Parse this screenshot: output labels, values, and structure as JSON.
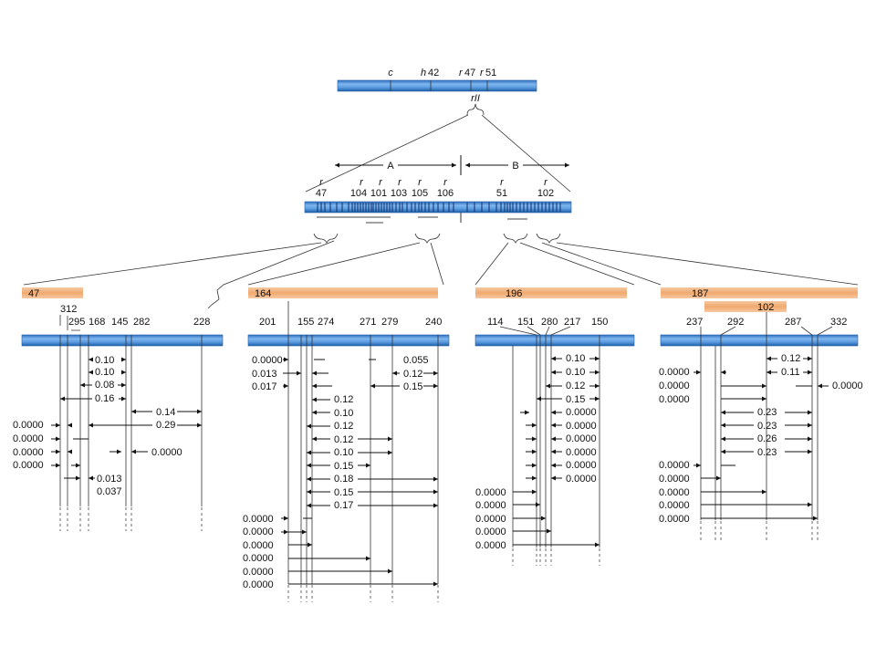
{
  "colors": {
    "chromosome": "#4a90d9",
    "chromosome_edge": "#1f5fa8",
    "deletion": "#f3b98a",
    "line": "#333333",
    "text": "#111111"
  },
  "top": {
    "markers": [
      {
        "pre": "",
        "ital": "c",
        "num": ""
      },
      {
        "pre": "",
        "ital": "h",
        "num": "42"
      },
      {
        "pre": "",
        "ital": "r",
        "num": "47"
      },
      {
        "pre": "",
        "ital": "r",
        "num": "51"
      }
    ],
    "region_label": "rII"
  },
  "rii": {
    "cistron_a": "A",
    "cistron_b": "B",
    "mutants": [
      {
        "r": "r",
        "num": "47"
      },
      {
        "r": "r",
        "num": "104"
      },
      {
        "r": "r",
        "num": "101"
      },
      {
        "r": "r",
        "num": "103"
      },
      {
        "r": "r",
        "num": "105"
      },
      {
        "r": "r",
        "num": "106"
      },
      {
        "r": "r",
        "num": "51"
      },
      {
        "r": "r",
        "num": "102"
      }
    ]
  },
  "panels": [
    {
      "deletions": [
        "47"
      ],
      "mutants": [
        "312",
        "295",
        "168",
        "145",
        "282",
        "228"
      ],
      "rows": [
        {
          "left": "",
          "text": "0.10",
          "right": ""
        },
        {
          "left": "",
          "text": "0.10",
          "right": ""
        },
        {
          "left": "",
          "text": "0.08",
          "right": ""
        },
        {
          "left": "",
          "text": "0.16",
          "right": ""
        },
        {
          "left": "",
          "text": "0.14",
          "right": ""
        },
        {
          "left": "0.0000",
          "text": "0.29",
          "right": ""
        },
        {
          "left": "0.0000",
          "text": "",
          "right": ""
        },
        {
          "left": "0.0000",
          "text": "0.0000",
          "right": ""
        },
        {
          "left": "0.0000",
          "text": "",
          "right": ""
        },
        {
          "left": "",
          "text": "0.013",
          "right": ""
        },
        {
          "left": "",
          "text": "0.037",
          "right": ""
        }
      ]
    },
    {
      "deletions": [
        "164"
      ],
      "mutants": [
        "201",
        "155",
        "274",
        "271",
        "279",
        "240"
      ],
      "rows": [
        {
          "left": "0.0000",
          "text": "",
          "right": "0.055"
        },
        {
          "left": "0.013",
          "text": "",
          "right": "0.12"
        },
        {
          "left": "0.017",
          "text": "",
          "right": "0.15"
        },
        {
          "left": "",
          "text": "0.12",
          "right": ""
        },
        {
          "left": "",
          "text": "0.10",
          "right": ""
        },
        {
          "left": "",
          "text": "0.12",
          "right": ""
        },
        {
          "left": "",
          "text": "0.12",
          "right": ""
        },
        {
          "left": "",
          "text": "0.10",
          "right": ""
        },
        {
          "left": "",
          "text": "0.15",
          "right": ""
        },
        {
          "left": "",
          "text": "0.18",
          "right": ""
        },
        {
          "left": "",
          "text": "0.15",
          "right": ""
        },
        {
          "left": "",
          "text": "0.17",
          "right": ""
        },
        {
          "left": "0.0000",
          "text": "",
          "right": ""
        },
        {
          "left": "0.0000",
          "text": "",
          "right": ""
        },
        {
          "left": "0.0000",
          "text": "",
          "right": ""
        },
        {
          "left": "0.0000",
          "text": "",
          "right": ""
        },
        {
          "left": "0.0000",
          "text": "",
          "right": ""
        },
        {
          "left": "0.0000",
          "text": "",
          "right": ""
        }
      ]
    },
    {
      "deletions": [
        "196"
      ],
      "mutants": [
        "114",
        "151",
        "280",
        "217",
        "150"
      ],
      "rows": [
        {
          "left": "",
          "text": "0.10",
          "right": ""
        },
        {
          "left": "",
          "text": "0.10",
          "right": ""
        },
        {
          "left": "",
          "text": "0.12",
          "right": ""
        },
        {
          "left": "",
          "text": "0.15",
          "right": ""
        },
        {
          "left": "",
          "text": "0.0000",
          "right": ""
        },
        {
          "left": "",
          "text": "0.0000",
          "right": ""
        },
        {
          "left": "",
          "text": "0.0000",
          "right": ""
        },
        {
          "left": "",
          "text": "0.0000",
          "right": ""
        },
        {
          "left": "",
          "text": "0.0000",
          "right": ""
        },
        {
          "left": "",
          "text": "0.0000",
          "right": ""
        },
        {
          "left": "0.0000",
          "text": "",
          "right": ""
        },
        {
          "left": "0.0000",
          "text": "",
          "right": ""
        },
        {
          "left": "0.0000",
          "text": "",
          "right": ""
        },
        {
          "left": "0.0000",
          "text": "",
          "right": ""
        },
        {
          "left": "0.0000",
          "text": "",
          "right": ""
        }
      ]
    },
    {
      "deletions": [
        "187",
        "102"
      ],
      "mutants": [
        "237",
        "292",
        "287",
        "332"
      ],
      "rows": [
        {
          "left": "",
          "text": "0.12",
          "right": ""
        },
        {
          "left": "0.0000",
          "text": "0.11",
          "right": ""
        },
        {
          "left": "0.0000",
          "text": "",
          "right": "0.0000"
        },
        {
          "left": "0.0000",
          "text": "",
          "right": ""
        },
        {
          "left": "",
          "text": "0.23",
          "right": ""
        },
        {
          "left": "",
          "text": "0.23",
          "right": ""
        },
        {
          "left": "",
          "text": "0.26",
          "right": ""
        },
        {
          "left": "",
          "text": "0.23",
          "right": ""
        },
        {
          "left": "0.0000",
          "text": "",
          "right": ""
        },
        {
          "left": "0.0000",
          "text": "",
          "right": ""
        },
        {
          "left": "0.0000",
          "text": "",
          "right": ""
        },
        {
          "left": "0.0000",
          "text": "",
          "right": ""
        },
        {
          "left": "0.0000",
          "text": "",
          "right": ""
        }
      ]
    }
  ]
}
